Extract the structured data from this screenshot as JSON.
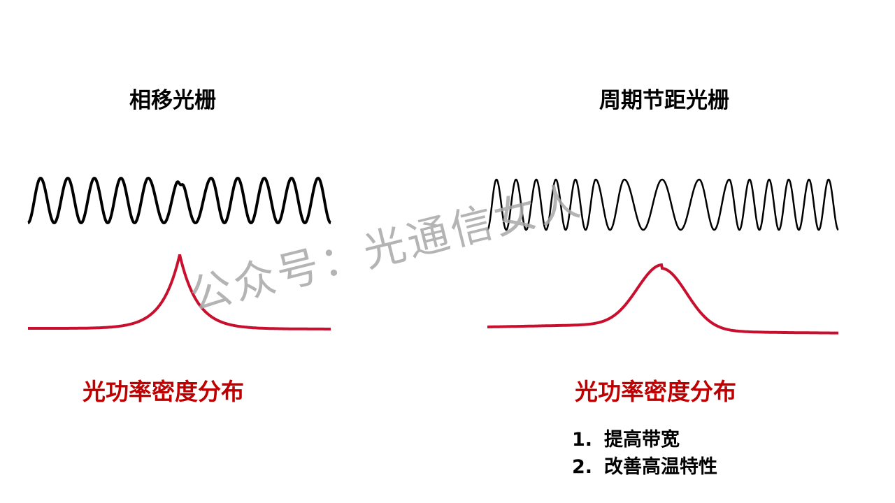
{
  "left": {
    "title": "相移光栅",
    "label": "光功率密度分布"
  },
  "right": {
    "title": "周期节距光栅",
    "label": "光功率密度分布",
    "points": [
      {
        "num": "1.",
        "text": "提高带宽"
      },
      {
        "num": "2.",
        "text": "改善高温特性"
      }
    ]
  },
  "watermark": "公众号：光通信女人",
  "colors": {
    "grating": "#000000",
    "power": "#c8102e",
    "label": "#c00000",
    "watermark": "#a8a8a8"
  }
}
